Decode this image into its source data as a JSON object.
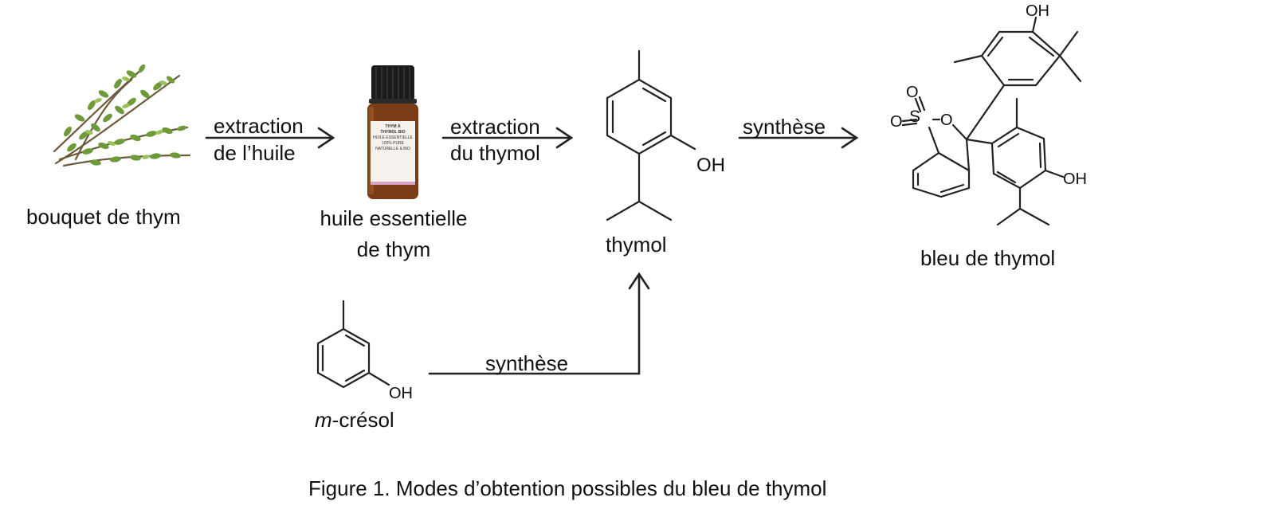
{
  "labels": {
    "bouquet": "bouquet de thym",
    "huile_line1": "huile essentielle",
    "huile_line2": "de thym",
    "thymol": "thymol",
    "bleu": "bleu de thymol",
    "mcresol_italic": "m",
    "mcresol_rest": "-crésol"
  },
  "arrows": {
    "a1_line1": "extraction",
    "a1_line2": "de l’huile",
    "a2_line1": "extraction",
    "a2_line2": "du thymol",
    "a3": "synthèse",
    "a4": "synthèse"
  },
  "bottle_label": {
    "line1": "THYM À",
    "line2": "THYMOL BIO",
    "line3": "HUILE ESSENTIELLE",
    "line4": "100% PURE",
    "line5": "NATURELLE & BIO"
  },
  "atoms": {
    "oh": "OH",
    "s": "S",
    "o": "O"
  },
  "caption": "Figure 1. Modes d’obtention possibles du bleu de thymol"
}
